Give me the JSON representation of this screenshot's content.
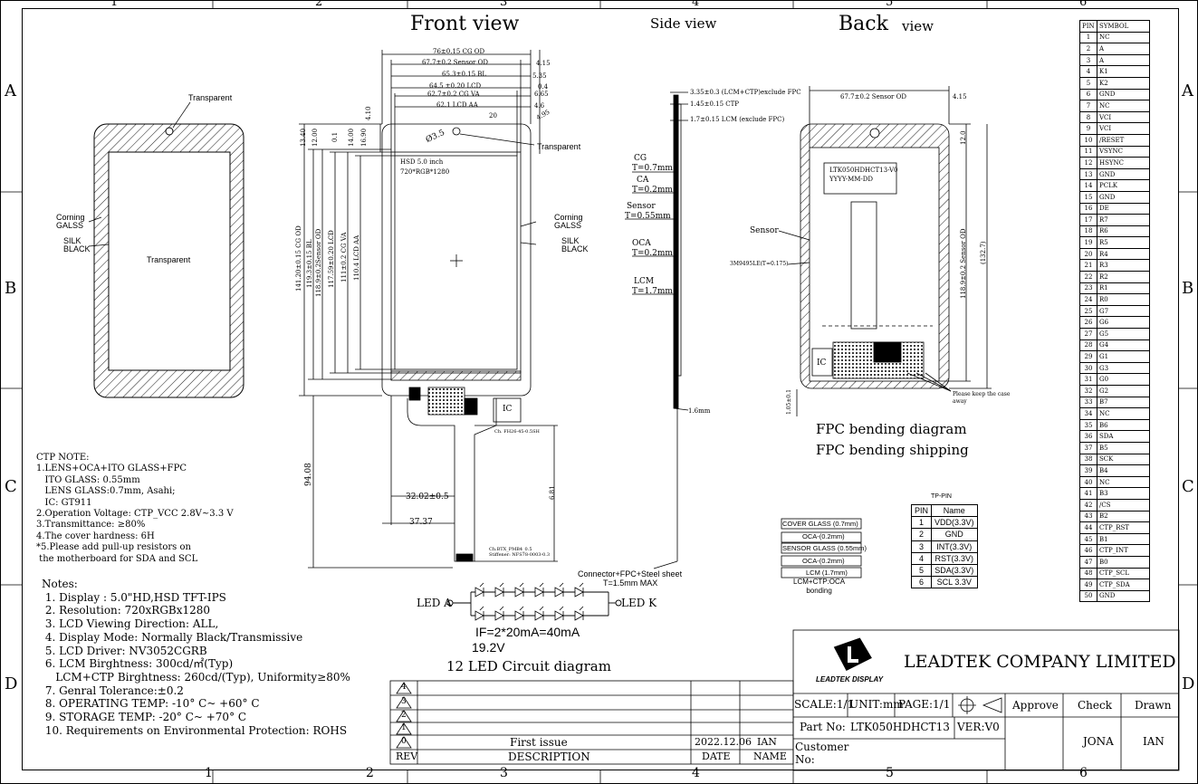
{
  "grid": {
    "columns": [
      "1",
      "2",
      "3",
      "4",
      "5",
      "6"
    ],
    "rows": [
      "A",
      "B",
      "C",
      "D"
    ]
  },
  "front_view": {
    "title": "Front view",
    "dims_top": [
      "76±0.15 CG OD",
      "67.7±0.2 Sensor OD",
      "65.3±0.15 BL",
      "64.5 ±0.20 LCD",
      "62.7±0.2 CG VA",
      "62.1 LCD AA"
    ],
    "dims_right": [
      "4.15",
      "5.35",
      "0.4",
      "6.65",
      "4.6",
      "4.95",
      "20"
    ],
    "dims_left_vertical": [
      "141.20±0.15 CG OD",
      "119.3±0.15 BL",
      "118.9±0.2Sensor OD",
      "117.59±0.20 LCD",
      "111±0.2 CG VA",
      "110.4 LCD AA"
    ],
    "dims_left_small": [
      "13.40",
      "12.00",
      "0.1",
      "14.00",
      "16.90",
      "4.10"
    ],
    "hole": "Ø3.5",
    "transparent": "Transparent",
    "corning": "Corning\nGALSS",
    "silk": "SILK\nBLACK",
    "label_line1": "HSD 5.0 inch",
    "label_line2": "720*RGB*1280",
    "ic": "IC",
    "dim_94": "94.08",
    "dim_32": "32.02±0.5",
    "dim_37": "37.37",
    "dim_side": "6.81",
    "fpc_note1": "Ch. FH26-45-0.5SH",
    "fpc_note2": "Ch.BTX_PMB4_0.5",
    "fpc_note3": "Stiffener: NFS78-0003-0.3"
  },
  "left_view": {
    "transparent_top": "Transparent",
    "transparent_center": "Transparent",
    "corning": "Corning\nGALSS",
    "silk": "SILK\nBLACK"
  },
  "side_view": {
    "title": "Side view",
    "dims": [
      "3.35±0.3 (LCM+CTP)exclude FPC",
      "1.45±0.15 CTP",
      "1.7±0.15  LCM (exclude FPC)"
    ],
    "layers": [
      {
        "name": "CG",
        "t": "T=0.7mm"
      },
      {
        "name": "CA",
        "t": "T=0.2mm"
      },
      {
        "name": "Sensor",
        "t": "T=0.55mm"
      },
      {
        "name": "OCA",
        "t": "T=0.2mm"
      },
      {
        "name": "LCM",
        "t": "T=1.7mm"
      }
    ],
    "bottom_dim": "1.6mm",
    "connector": "Connector+FPC+Steel sheet",
    "connector_t": "T=1.5mm MAX"
  },
  "back_view": {
    "title": "Back",
    "title2": "view",
    "dim_top": "67.7±0.2 Sensor OD",
    "dim_right_top": "4.15",
    "dim_right": "118.9±0.2 Sensor OD",
    "dim_right2": "(132.7)",
    "dim_right3": "12.0",
    "sensor": "Sensor",
    "tape": "3M9495LE(T=0.175)",
    "label1": "LTK050HDHCT13-V0",
    "label2": "YYYY-MM-DD",
    "ic": "IC",
    "keep": "Please keep the case\naway",
    "left_dim": "1.05±0.1",
    "fpc1": "FPC bending diagram",
    "fpc2": "FPC bending shipping"
  },
  "ctp_note": {
    "lines": [
      "CTP NOTE:",
      "1.LENS+OCA+ITO GLASS+FPC",
      "   ITO GLASS: 0.55mm",
      "   LENS GLASS:0.7mm, Asahi;",
      "   IC: GT911",
      "2.Operation Voltage: CTP_VCC 2.8V~3.3 V",
      "3.Transmittance: ≥80%",
      "4.The cover hardness: 6H",
      "*5.Please add pull-up resistors on",
      " the motherboard for SDA and SCL"
    ]
  },
  "notes": {
    "lines": [
      "Notes:",
      " 1. Display : 5.0\"HD,HSD TFT-IPS",
      " 2. Resolution: 720xRGBx1280",
      " 3. LCD Viewing Direction: ALL,",
      " 4. Display Mode: Normally Black/Transmissive",
      " 5. LCD Driver: NV3052CGRB",
      " 6. LCM Birghtness: 300cd/㎡(Typ)",
      "    LCM+CTP Birghtness: 260cd/(Typ), Uniformity≥80%",
      " 7. Genral Tolerance:±0.2",
      " 8. OPERATING TEMP: -10° C~ +60° C",
      " 9. STORAGE TEMP: -20° C~ +70° C",
      " 10. Requirements on Environmental Protection: ROHS"
    ]
  },
  "led": {
    "anode": "LED A",
    "cathode": "LED K",
    "current": "IF=2*20mA=40mA",
    "voltage": "19.2V",
    "title": "12 LED Circuit diagram"
  },
  "stack": {
    "layers": [
      "COVER GLASS (0.7mm)",
      "OCA-(0.2mm)",
      "SENSOR GLASS (0.55mm)",
      "OCA-(0.2mm)",
      "LCM (1.7mm)"
    ],
    "caption": "LCM+CTP:OCA\nbonding"
  },
  "tp_pin": {
    "title": "TP-PIN",
    "headers": [
      "PIN",
      "Name"
    ],
    "rows": [
      [
        "1",
        "VDD(3.3V)"
      ],
      [
        "2",
        "GND"
      ],
      [
        "3",
        "INT(3.3V)"
      ],
      [
        "4",
        "RST(3.3V)"
      ],
      [
        "5",
        "SDA(3.3V)"
      ],
      [
        "6",
        "SCL 3.3V"
      ]
    ]
  },
  "pin_table": {
    "headers": [
      "PIN",
      "SYMBOL"
    ],
    "rows": [
      [
        "1",
        "NC"
      ],
      [
        "2",
        "A"
      ],
      [
        "3",
        "A"
      ],
      [
        "4",
        "K1"
      ],
      [
        "5",
        "K2"
      ],
      [
        "6",
        "GND"
      ],
      [
        "7",
        "NC"
      ],
      [
        "8",
        "VCI"
      ],
      [
        "9",
        "VCI"
      ],
      [
        "10",
        "/RESET"
      ],
      [
        "11",
        "VSYNC"
      ],
      [
        "12",
        "HSYNC"
      ],
      [
        "13",
        "GND"
      ],
      [
        "14",
        "PCLK"
      ],
      [
        "15",
        "GND"
      ],
      [
        "16",
        "DE"
      ],
      [
        "17",
        "R7"
      ],
      [
        "18",
        "R6"
      ],
      [
        "19",
        "R5"
      ],
      [
        "20",
        "R4"
      ],
      [
        "21",
        "R3"
      ],
      [
        "22",
        "R2"
      ],
      [
        "23",
        "R1"
      ],
      [
        "24",
        "R0"
      ],
      [
        "25",
        "G7"
      ],
      [
        "26",
        "G6"
      ],
      [
        "27",
        "G5"
      ],
      [
        "28",
        "G4"
      ],
      [
        "29",
        "G1"
      ],
      [
        "30",
        "G3"
      ],
      [
        "31",
        "G0"
      ],
      [
        "32",
        "G2"
      ],
      [
        "33",
        "B7"
      ],
      [
        "34",
        "NC"
      ],
      [
        "35",
        "B6"
      ],
      [
        "36",
        "SDA"
      ],
      [
        "37",
        "B5"
      ],
      [
        "38",
        "SCK"
      ],
      [
        "39",
        "B4"
      ],
      [
        "40",
        "NC"
      ],
      [
        "41",
        "B3"
      ],
      [
        "42",
        "/CS"
      ],
      [
        "43",
        "B2"
      ],
      [
        "44",
        "CTP_RST"
      ],
      [
        "45",
        "B1"
      ],
      [
        "46",
        "CTP_INT"
      ],
      [
        "47",
        "B0"
      ],
      [
        "48",
        "CTP_SCL"
      ],
      [
        "49",
        "CTP_SDA"
      ],
      [
        "50",
        "GND"
      ]
    ]
  },
  "revision": {
    "rev_col": "REV",
    "desc_col": "DESCRIPTION",
    "date_col": "DATE",
    "name_col": "NAME",
    "entry_desc": "First issue",
    "entry_date": "2022.12.06",
    "entry_name": "IAN",
    "rev_marks": [
      "4",
      "3",
      "2",
      "1",
      "0"
    ]
  },
  "title_block": {
    "company": "LEADTEK COMPANY LIMITED",
    "logo_text": "LEADTEK DISPLAY",
    "scale": "SCALE:1/1",
    "unit": "UNIT:mm",
    "page": "PAGE:1/1",
    "approve": "Approve",
    "check": "Check",
    "drawn": "Drawn",
    "part_label": "Part No:",
    "part_no": "LTK050HDHCT13",
    "ver": "VER:V0",
    "customer": "Customer\nNo:",
    "check_name": "JONA",
    "drawn_name": "IAN"
  }
}
